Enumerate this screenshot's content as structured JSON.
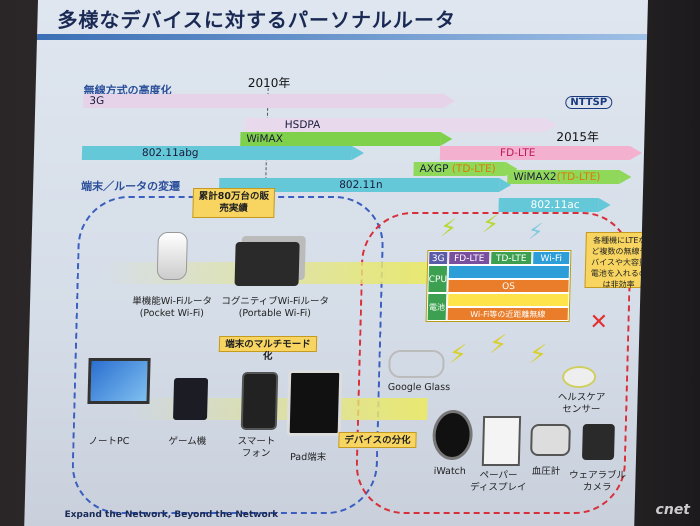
{
  "title": "多様なデバイスに対するパーソナルルータ",
  "logo_text": "NTTSP",
  "section_wireless": "無線方式の高度化",
  "section_router": "端末／ルータの変遷",
  "years": {
    "y2010": "2010年",
    "y2015": "2015年"
  },
  "bands": {
    "b3g": "3G",
    "hsdpa": "HSDPA",
    "wimax": "WiMAX",
    "fdlte": "FD-LTE",
    "wifi_abg": "802.11abg",
    "axgp": "AXGP",
    "axgp_sub": "(TD-LTE)",
    "wimax2": "WiMAX2",
    "wimax2_sub": "(TD-LTE)",
    "wifi_n": "802.11n",
    "wifi_ac": "802.11ac"
  },
  "callouts": {
    "sales": "累計80万台の販売実績",
    "multimode": "端末のマルチモード化",
    "diversify": "デバイスの分化",
    "lte_note": "各種機にLTEなど複数の無線デバイスや大容量電池を入れるのは非効率"
  },
  "routers": {
    "pocket": [
      "単機能Wi-Fiルータ",
      "(Pocket Wi-Fi)"
    ],
    "portable": [
      "コグニティブWi-Fiルータ",
      "(Portable Wi-Fi)"
    ]
  },
  "devices": {
    "notepc": "ノートPC",
    "game": "ゲーム機",
    "smartphone": [
      "スマート",
      "フォン"
    ],
    "pad": "Pad端末",
    "glass": "Google Glass",
    "iwatch": "iWatch",
    "paper": [
      "ペーパー",
      "ディスプレイ"
    ],
    "bp": "血圧計",
    "camera": [
      "ウェアラブル",
      "カメラ"
    ],
    "health": [
      "ヘルスケア",
      "センサー"
    ]
  },
  "stack": {
    "r1": [
      "3G",
      "FD-LTE",
      "TD-LTE",
      "Wi-Fi"
    ],
    "cpu": "CPU",
    "os": "OS",
    "battery": "電池",
    "nearfield": "Wi-Fi等の近距離無線"
  },
  "footer": "Expand the Network, Beyond the Network",
  "watermark": "cnet"
}
